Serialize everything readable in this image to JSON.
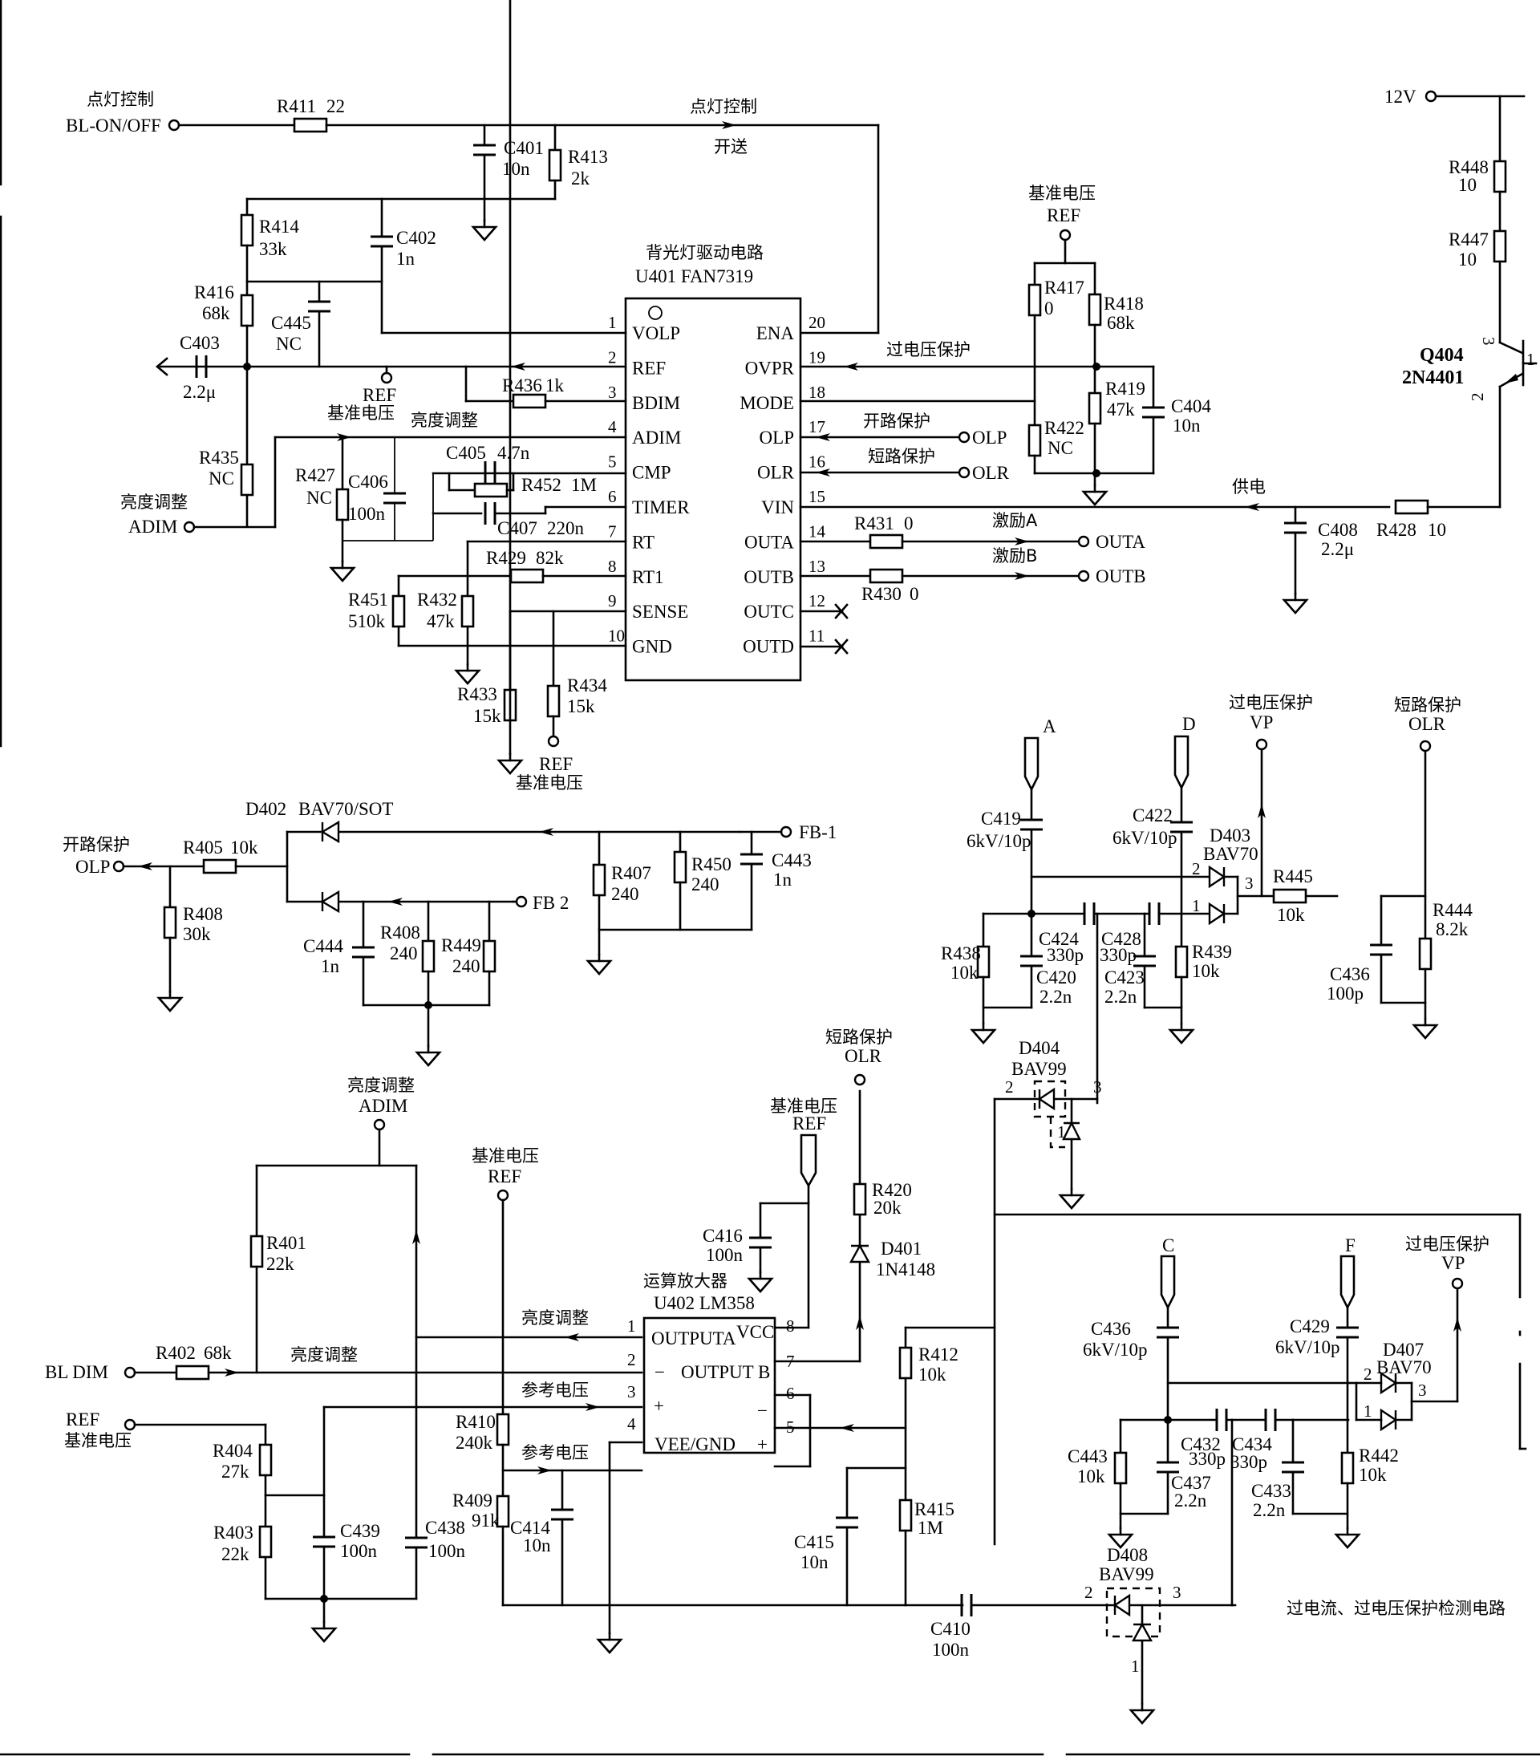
{
  "page": {
    "caption": "过电流、过电压保护检测电路"
  },
  "top_left": {
    "bl_on_off": {
      "cn": "点灯控制",
      "label": "BL-ON/OFF"
    },
    "ena_signal": {
      "cn": "点灯控制",
      "note": "开送"
    },
    "R411": {
      "ref": "R411",
      "value": "22"
    },
    "C401": {
      "ref": "C401",
      "value": "10n"
    },
    "R413": {
      "ref": "R413",
      "value": "2k"
    },
    "R414": {
      "ref": "R414",
      "value": "33k"
    },
    "C402": {
      "ref": "C402",
      "value": "1n"
    },
    "R416": {
      "ref": "R416",
      "value": "68k"
    },
    "C445": {
      "ref": "C445",
      "value": "NC"
    },
    "C403": {
      "ref": "C403",
      "value": "2.2μ"
    },
    "ref_node": {
      "label": "REF",
      "cn": "基准电压"
    },
    "R436": {
      "ref": "R436",
      "value": "1k"
    },
    "adim_arrow": {
      "cn": "亮度调整"
    },
    "R435": {
      "ref": "R435",
      "value": "NC"
    },
    "adim_in": {
      "cn": "亮度调整",
      "label": "ADIM"
    },
    "R427": {
      "ref": "R427",
      "value": "NC"
    },
    "C406": {
      "ref": "C406",
      "value": "100n"
    },
    "C405": {
      "ref": "C405",
      "value": "4.7n"
    },
    "R452": {
      "ref": "R452",
      "value": "1M"
    },
    "C407": {
      "ref": "C407",
      "value": "220n"
    },
    "R429": {
      "ref": "R429",
      "value": "82k"
    },
    "R451": {
      "ref": "R451",
      "value": "510k"
    },
    "R432": {
      "ref": "R432",
      "value": "47k"
    },
    "R433": {
      "ref": "R433",
      "value": "15k"
    },
    "R434": {
      "ref": "R434",
      "value": "15k"
    },
    "sense_ref": {
      "label": "REF",
      "cn": "基准电压"
    }
  },
  "u401": {
    "cn_title": "背光灯驱动电路",
    "title": "U401  FAN7319",
    "left_pins": [
      {
        "num": "1",
        "name": "VOLP"
      },
      {
        "num": "2",
        "name": "REF"
      },
      {
        "num": "3",
        "name": "BDIM"
      },
      {
        "num": "4",
        "name": "ADIM"
      },
      {
        "num": "5",
        "name": "CMP"
      },
      {
        "num": "6",
        "name": "TIMER"
      },
      {
        "num": "7",
        "name": "RT"
      },
      {
        "num": "8",
        "name": "RT1"
      },
      {
        "num": "9",
        "name": "SENSE"
      },
      {
        "num": "10",
        "name": "GND"
      }
    ],
    "right_pins": [
      {
        "num": "20",
        "name": "ENA"
      },
      {
        "num": "19",
        "name": "OVPR"
      },
      {
        "num": "18",
        "name": "MODE"
      },
      {
        "num": "17",
        "name": "OLP"
      },
      {
        "num": "16",
        "name": "OLR"
      },
      {
        "num": "15",
        "name": "VIN"
      },
      {
        "num": "14",
        "name": "OUTA"
      },
      {
        "num": "13",
        "name": "OUTB"
      },
      {
        "num": "12",
        "name": "OUTC"
      },
      {
        "num": "11",
        "name": "OUTD"
      }
    ]
  },
  "right_top": {
    "ref_node": {
      "cn": "基准电压",
      "label": "REF"
    },
    "R417": {
      "ref": "R417",
      "value": "0"
    },
    "R418": {
      "ref": "R418",
      "value": "68k"
    },
    "R419": {
      "ref": "R419",
      "value": "47k"
    },
    "R422": {
      "ref": "R422",
      "value": "NC"
    },
    "C404": {
      "ref": "C404",
      "value": "10n"
    },
    "ovp_signal": {
      "cn": "过电压保护"
    },
    "olp_signal": {
      "cn": "开路保护",
      "label": "OLP"
    },
    "olr_signal": {
      "cn": "短路保护",
      "label": "OLR"
    },
    "supply": {
      "cn": "供电"
    },
    "R431": {
      "ref": "R431",
      "value": "0"
    },
    "R430": {
      "ref": "R430",
      "value": "0"
    },
    "outa": {
      "cn": "激励A",
      "label": "OUTA"
    },
    "outb": {
      "cn": "激励B",
      "label": "OUTB"
    },
    "v12": {
      "label": "12V"
    },
    "R448": {
      "ref": "R448",
      "value": "10"
    },
    "R447": {
      "ref": "R447",
      "value": "10"
    },
    "Q404": {
      "ref": "Q404",
      "value": "2N4401",
      "pins": [
        "1",
        "2",
        "3"
      ]
    },
    "C408": {
      "ref": "C408",
      "value": "2.2μ"
    },
    "R428": {
      "ref": "R428",
      "value": "10"
    }
  },
  "olp_section": {
    "D402": {
      "ref": "D402",
      "value": "BAV70/SOT"
    },
    "olp_out": {
      "cn": "开路保护",
      "label": "OLP"
    },
    "R405": {
      "ref": "R405",
      "value": "10k"
    },
    "R408a": {
      "ref": "R408",
      "value": "30k"
    },
    "C444": {
      "ref": "C444",
      "value": "1n"
    },
    "R408b": {
      "ref": "R408",
      "value": "240"
    },
    "R449": {
      "ref": "R449",
      "value": "240"
    },
    "fb2": {
      "label": "FB  2"
    },
    "R407": {
      "ref": "R407",
      "value": "240"
    },
    "R450": {
      "ref": "R450",
      "value": "240"
    },
    "C443": {
      "ref": "C443",
      "value": "1n"
    },
    "fb1": {
      "label": "FB-1"
    }
  },
  "ovp_ad": {
    "A": {
      "label": "A"
    },
    "D": {
      "label": "D"
    },
    "vp": {
      "cn": "过电压保护",
      "label": "VP"
    },
    "olr": {
      "cn": "短路保护",
      "label": "OLR"
    },
    "C419": {
      "ref": "C419",
      "value": "6kV/10p"
    },
    "C422": {
      "ref": "C422",
      "value": "6kV/10p"
    },
    "D403": {
      "ref": "D403",
      "value": "BAV70",
      "pins": [
        "2",
        "1",
        "3"
      ]
    },
    "R445": {
      "ref": "R445",
      "value": "10k"
    },
    "R444": {
      "ref": "R444",
      "value": "8.2k"
    },
    "C436": {
      "ref": "C436",
      "value": "100p"
    },
    "R438": {
      "ref": "R438",
      "value": "10k"
    },
    "C424": {
      "ref": "C424",
      "value": "330p"
    },
    "C420": {
      "ref": "C420",
      "value": "2.2n"
    },
    "C428": {
      "ref": "C428",
      "value": "330p"
    },
    "C423": {
      "ref": "C423",
      "value": "2.2n"
    },
    "R439": {
      "ref": "R439",
      "value": "10k"
    },
    "D404": {
      "ref": "D404",
      "value": "BAV99",
      "pins": [
        "2",
        "3",
        "1"
      ]
    }
  },
  "bottom_left": {
    "adim_top": {
      "cn": "亮度调整",
      "label": "ADIM"
    },
    "ref_top": {
      "cn": "基准电压",
      "label": "REF"
    },
    "R401": {
      "ref": "R401",
      "value": "22k"
    },
    "bl_dim": {
      "label": "BL   DIM"
    },
    "R402": {
      "ref": "R402",
      "value": "68k"
    },
    "dim_arrow": {
      "cn": "亮度调整"
    },
    "out_arrow": {
      "cn": "亮度调整"
    },
    "ref_arrow1": {
      "cn": "参考电压"
    },
    "ref_arrow2": {
      "cn": "参考电压"
    },
    "ref_in": {
      "label": "REF",
      "cn": "基准电压"
    },
    "R404": {
      "ref": "R404",
      "value": "27k"
    },
    "R403": {
      "ref": "R403",
      "value": "22k"
    },
    "C439": {
      "ref": "C439",
      "value": "100n"
    },
    "C438": {
      "ref": "C438",
      "value": "100n"
    },
    "R410": {
      "ref": "R410",
      "value": "240k"
    },
    "R409": {
      "ref": "R409",
      "value": "91k"
    },
    "C414": {
      "ref": "C414",
      "value": "10n"
    }
  },
  "u402": {
    "cn_title": "运算放大器",
    "title": "U402  LM358",
    "pins_left": [
      "1",
      "2",
      "3",
      "4"
    ],
    "pins_right": [
      "8",
      "7",
      "6",
      "5"
    ],
    "labels": {
      "outa": "OUTPUTA",
      "vcc": "VCC",
      "minus_a": "−",
      "outb": "OUTPUT B",
      "plus_a": "+",
      "minus_b": "−",
      "vee": "VEE/GND",
      "plus_b": "+"
    },
    "ref_node": {
      "cn": "基准电压",
      "label": "REF"
    },
    "C416": {
      "ref": "C416",
      "value": "100n"
    },
    "olr_node": {
      "cn": "短路保护",
      "label": "OLR"
    },
    "R420": {
      "ref": "R420",
      "value": "20k"
    },
    "D401": {
      "ref": "D401",
      "value": "1N4148"
    },
    "R412": {
      "ref": "R412",
      "value": "10k"
    },
    "R415": {
      "ref": "R415",
      "value": "1M"
    },
    "C415": {
      "ref": "C415",
      "value": "10n"
    },
    "C410": {
      "ref": "C410",
      "value": "100n"
    }
  },
  "ovp_cf": {
    "C": {
      "label": "C"
    },
    "F": {
      "label": "F"
    },
    "vp": {
      "cn": "过电压保护",
      "label": "VP"
    },
    "C436": {
      "ref": "C436",
      "value": "6kV/10p"
    },
    "C429": {
      "ref": "C429",
      "value": "6kV/10p"
    },
    "D407": {
      "ref": "D407",
      "value": "BAV70",
      "pins": [
        "2",
        "1",
        "3"
      ]
    },
    "C443": {
      "ref": "C443",
      "value": "10k"
    },
    "C432": {
      "ref": "C432",
      "value": "330p"
    },
    "C437": {
      "ref": "C437",
      "value": "2.2n"
    },
    "C434": {
      "ref": "C434",
      "value": "330p"
    },
    "C433": {
      "ref": "C433",
      "value": "2.2n"
    },
    "R442": {
      "ref": "R442",
      "value": "10k"
    },
    "D408": {
      "ref": "D408",
      "value": "BAV99",
      "pins": [
        "2",
        "3",
        "1"
      ]
    }
  }
}
